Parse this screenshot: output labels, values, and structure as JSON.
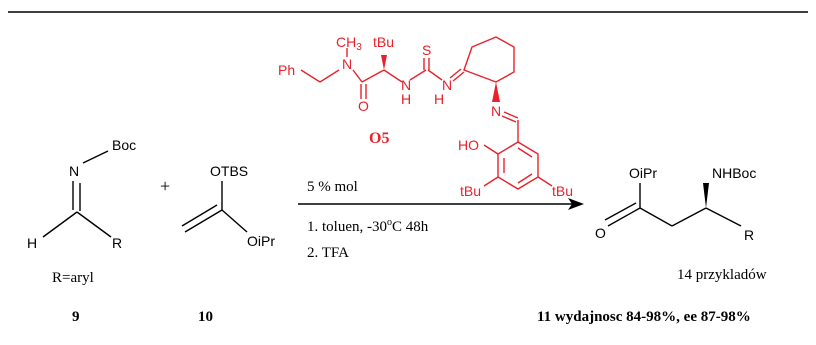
{
  "imine": {
    "protecting_group": "Boc",
    "nitrogen": "N",
    "hydrogen": "H",
    "substituent": "R",
    "caption": "R=aryl",
    "number": "9"
  },
  "plus_sign": "+",
  "silyl_ketene_acetal": {
    "silyl_ether": "OTBS",
    "ester_oxygen": "OiPr",
    "number": "10"
  },
  "catalyst": {
    "methyl": "CH",
    "methyl_subscript": "3",
    "phenyl": "Ph",
    "amide_nitrogen": "N",
    "tert_butyl_top": "tBu",
    "thiourea_sulfur": "S",
    "carbonyl_oxygen": "O",
    "amine_h_1": "H",
    "amine_n_1": "N",
    "amine_h_2": "H",
    "amine_n_2": "N",
    "imine_nitrogen": "N",
    "hydroxyl": "HO",
    "tert_butyl_left": "tBu",
    "tert_butyl_right": "tBu",
    "label": "O5",
    "color": "#e8212b"
  },
  "conditions": {
    "loading": "5 % mol",
    "step_1": "1. toluen, -30",
    "step_1_degree": "o",
    "step_1_tail": "C 48h",
    "step_2": "2. TFA"
  },
  "product": {
    "ester_group": "OiPr",
    "carbonyl_oxygen": "O",
    "carbamate": "NHBoc",
    "substituent": "R",
    "examples": "14 przykladów",
    "summary": "11 wydajnosc 84-98%, ee 87-98%"
  }
}
